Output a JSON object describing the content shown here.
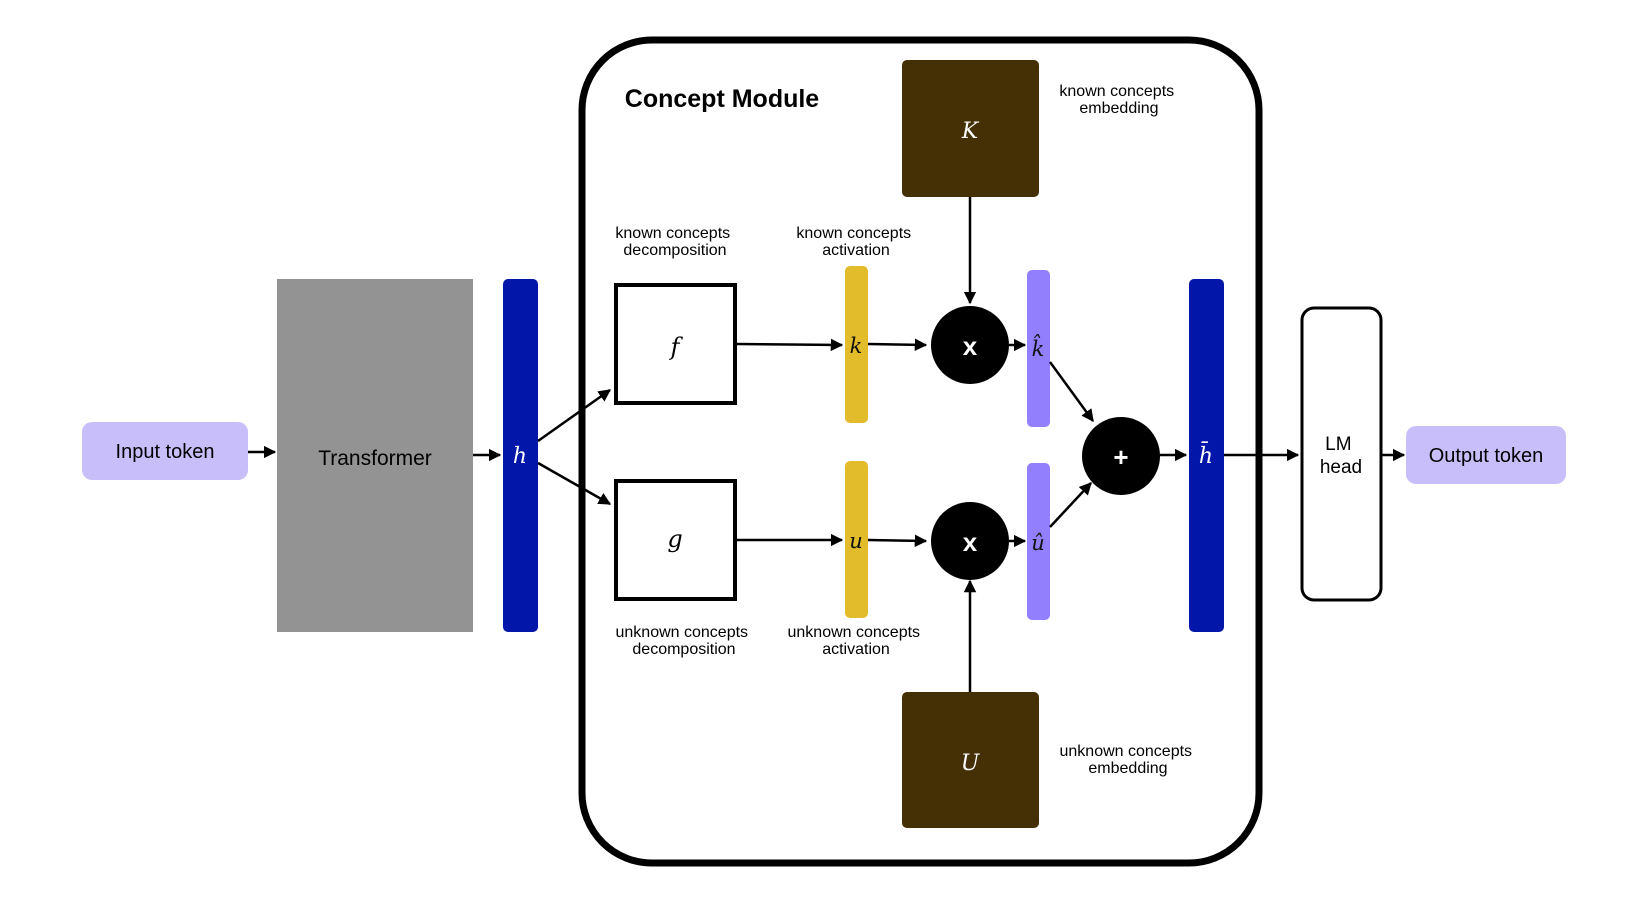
{
  "title": "Concept Module",
  "colors": {
    "token_fill": "#c8bffa",
    "transformer_fill": "#939393",
    "hidden_bar": "#0217a9",
    "activation_bar": "#e2bc2b",
    "weighted_bar": "#917ffd",
    "embedding_fill": "#452f05",
    "operator_fill": "#000000"
  },
  "nodes": {
    "input_token": "Input token",
    "transformer": "Transformer",
    "h": "h",
    "f": "f",
    "g": "g",
    "k": "k",
    "u": "u",
    "K": "K",
    "U": "U",
    "multiply_top": "x",
    "multiply_bottom": "x",
    "k_hat": "k̂",
    "u_hat": "û",
    "add": "+",
    "h_bar": "h̄",
    "lm_head_line1": "LM",
    "lm_head_line2": "head",
    "output_token": "Output token"
  },
  "annotations": {
    "known_decomp": [
      "known concepts",
      "decomposition"
    ],
    "known_activation": [
      "known concepts",
      "activation"
    ],
    "known_embedding": [
      "known concepts",
      "embedding"
    ],
    "unknown_decomp": [
      "unknown concepts",
      "decomposition"
    ],
    "unknown_activation": [
      "unknown concepts",
      "activation"
    ],
    "unknown_embedding": [
      "unknown concepts",
      "embedding"
    ]
  }
}
